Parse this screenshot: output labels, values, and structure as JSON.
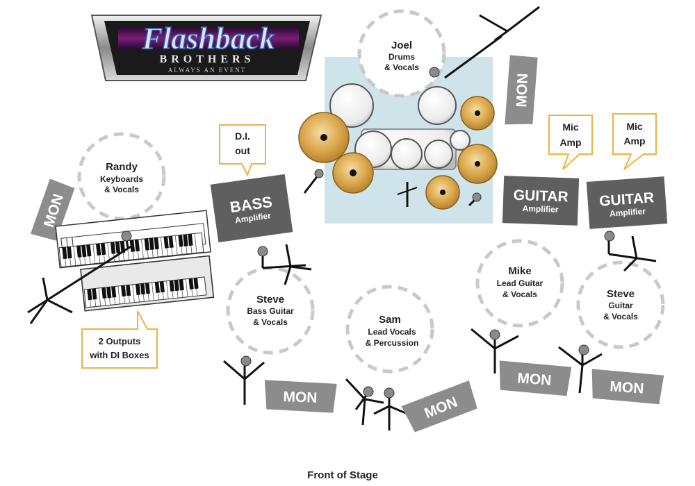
{
  "logo": {
    "title": "Flashback",
    "subtitle": "BROTHERS",
    "tagline": "ALWAYS AN EVENT"
  },
  "members": {
    "joel": {
      "name": "Joel",
      "role1": "Drums",
      "role2": "& Vocals"
    },
    "randy": {
      "name": "Randy",
      "role1": "Keyboards",
      "role2": "& Vocals"
    },
    "steve_bass": {
      "name": "Steve",
      "role1": "Bass Guitar",
      "role2": "& Vocals"
    },
    "sam": {
      "name": "Sam",
      "role1": "Lead Vocals",
      "role2": "& Percussion"
    },
    "mike": {
      "name": "Mike",
      "role1": "Lead Guitar",
      "role2": "& Vocals"
    },
    "steve_guitar": {
      "name": "Steve",
      "role1": "Guitar",
      "role2": "& Vocals"
    }
  },
  "amps": {
    "bass": {
      "label": "BASS",
      "sub": "Amplifier"
    },
    "guitar1": {
      "label": "GUITAR",
      "sub": "Amplifier"
    },
    "guitar2": {
      "label": "GUITAR",
      "sub": "Amplifier"
    }
  },
  "callouts": {
    "di_out": {
      "line1": "D.I.",
      "line2": "out"
    },
    "mic_amp1": {
      "line1": "Mic",
      "line2": "Amp"
    },
    "mic_amp2": {
      "line1": "Mic",
      "line2": "Amp"
    },
    "keys_outputs": {
      "line1": "2 Outputs",
      "line2": "with DI Boxes"
    }
  },
  "monitor_label": "MON",
  "front_label": "Front of Stage",
  "colors": {
    "drum_riser": "#cfe3ea",
    "amp": "#5f5f5f",
    "monitor": "#8c8c8c",
    "callout_border": "#f0b23c",
    "circle_dash": "#c9c9c9",
    "cymbal": "#d9a44a"
  }
}
